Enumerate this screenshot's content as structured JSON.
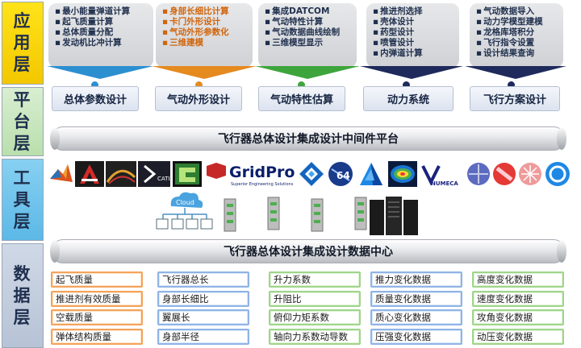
{
  "layers": {
    "application": "应用层",
    "platform": "平台层",
    "tools": "工具层",
    "data": "数据层"
  },
  "app_modules": [
    {
      "items": [
        "最小能量弹道计算",
        "起飞质量计算",
        "总体质量分配",
        "发动机比冲计算"
      ],
      "platform": "总体参数设计",
      "color": "#2c8fd0"
    },
    {
      "items": [
        "身部长细比计算",
        "卡门外形设计",
        "气动外形参数化",
        "三维建模"
      ],
      "platform": "气动外形设计",
      "color": "#e58a1f"
    },
    {
      "items": [
        "集成DATCOM",
        "气动特性计算",
        "气动数据曲线绘制",
        "三维模型显示"
      ],
      "platform": "气动特性估算",
      "color": "#3ea53d"
    },
    {
      "items": [
        "推进剂选择",
        "壳体设计",
        "药型设计",
        "喷管设计",
        "内弹道计算"
      ],
      "platform": "动力系统",
      "color": "#1f2a5c"
    },
    {
      "items": [
        "气动数据导入",
        "动力学模型建模",
        "龙格库塔积分",
        "飞行指令设置",
        "设计结果查询"
      ],
      "platform": "飞行方案设计",
      "color": "#1f2a5c"
    }
  ],
  "middleware_bar": "飞行器总体设计集成设计中间件平台",
  "tool_logos": [
    {
      "name": "matlab",
      "label": ""
    },
    {
      "name": "autocad",
      "label": ""
    },
    {
      "name": "ansys-fluent",
      "label": ""
    },
    {
      "name": "catia",
      "label": "CATIA"
    },
    {
      "name": "gridgen",
      "label": ""
    },
    {
      "name": "gridpro",
      "label": "GridPro",
      "sublabel": "Superior Engineering Solutions"
    },
    {
      "name": "diamond",
      "label": ""
    },
    {
      "name": "fortran64",
      "label": "64"
    },
    {
      "name": "tecplot",
      "label": ""
    },
    {
      "name": "contour-plot",
      "label": ""
    },
    {
      "name": "numeca",
      "label": "NUMECA"
    },
    {
      "name": "sphere-a",
      "label": ""
    },
    {
      "name": "sphere-b",
      "label": ""
    },
    {
      "name": "sphere-c",
      "label": ""
    },
    {
      "name": "sphere-d",
      "label": ""
    }
  ],
  "cloud_label": "Cloud",
  "data_center_bar": "飞行器总体设计集成设计数据中心",
  "data_columns": [
    {
      "color": "orange",
      "cells": [
        "起飞质量",
        "推进剂有效质量",
        "空载质量",
        "弹体结构质量"
      ]
    },
    {
      "color": "blue",
      "cells": [
        "飞行器总长",
        "身部长细比",
        "翼展长",
        "身部半径"
      ]
    },
    {
      "color": "green",
      "cells": [
        "升力系数",
        "升阻比",
        "俯仰力矩系数",
        "轴向力系数动导数"
      ]
    },
    {
      "color": "blue",
      "cells": [
        "推力变化数据",
        "质量变化数据",
        "质心变化数据",
        "压强变化数据"
      ]
    },
    {
      "color": "green",
      "cells": [
        "高度变化数据",
        "速度变化数据",
        "攻角变化数据",
        "动压变化数据"
      ]
    }
  ]
}
